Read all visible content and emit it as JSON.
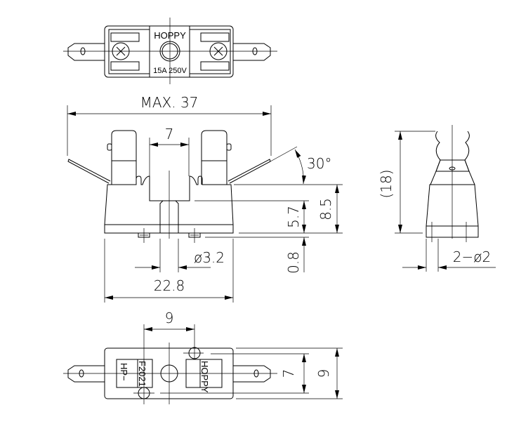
{
  "top_view": {
    "brand": "HOPPY",
    "rating": "15A 250V"
  },
  "front_view": {
    "dim_max_width": "MAX. 37",
    "dim_slot": "7",
    "dim_angle": "30°",
    "dim_height": "8.5",
    "dim_body": "5.7",
    "dim_foot": "0.8",
    "dim_hole": "ø3.2",
    "dim_base_width": "22.8"
  },
  "side_view": {
    "dim_total_height": "(18)",
    "dim_pins": "2−ø2"
  },
  "bottom_view": {
    "dim_pitch": "9",
    "dim_inner": "7",
    "dim_outer": "9",
    "label_model_1": "HP−",
    "label_model_2": "F2021",
    "label_brand": "HOPPY"
  }
}
